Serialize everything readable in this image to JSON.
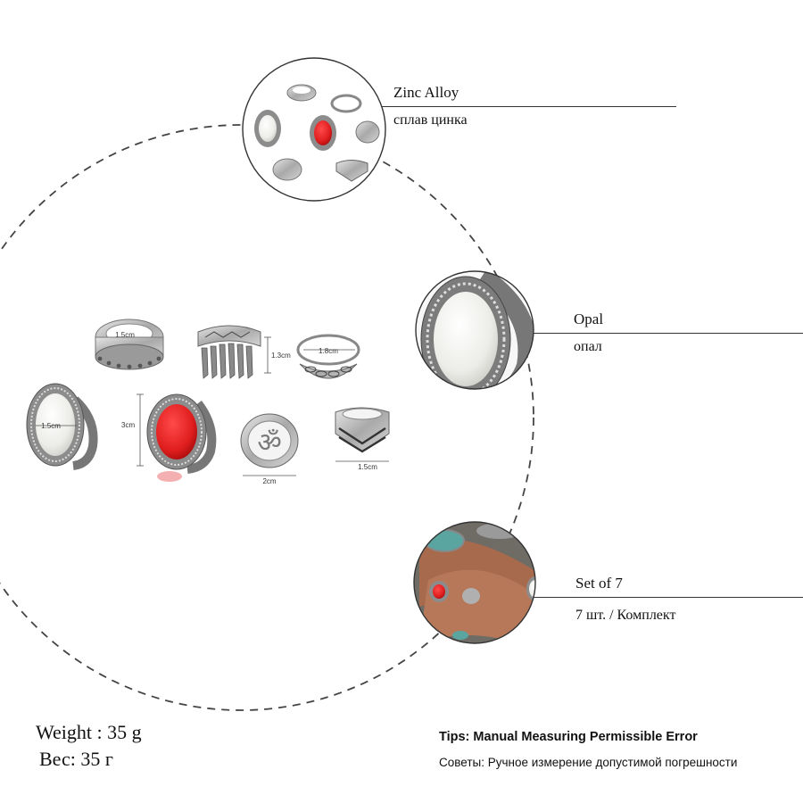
{
  "features": [
    {
      "en": "Zinc Alloy",
      "ru": "сплав цинка",
      "icon": "ring-set-photo-icon"
    },
    {
      "en": "Opal",
      "ru": "опал",
      "icon": "opal-ring-closeup-icon"
    },
    {
      "en": "Set of 7",
      "ru": "7 шт. / Комплект",
      "icon": "hands-wearing-rings-icon"
    }
  ],
  "weight": {
    "en": "Weight : 35 g",
    "ru": "Вес: 35 г"
  },
  "tips": {
    "en": "Tips: Manual Measuring Permissible Error",
    "ru": "Советы: Ручное измерение допустимой погрешности"
  },
  "dimensions": {
    "spinner_ring": "1.5cm",
    "feather_ring": "1.3cm",
    "leaf_ring": "1.8cm",
    "opal_ring": "1.5cm",
    "red_ring": "3cm",
    "om_ring": "2cm",
    "chevron_ring": "1.5cm"
  },
  "colors": {
    "silver": "#b9b9b9",
    "silver_dark": "#6f6f6f",
    "red_stone": "#e01e1e",
    "opal": "#f2f2ee",
    "skin": "#a86a4c",
    "dash": "#444444"
  }
}
